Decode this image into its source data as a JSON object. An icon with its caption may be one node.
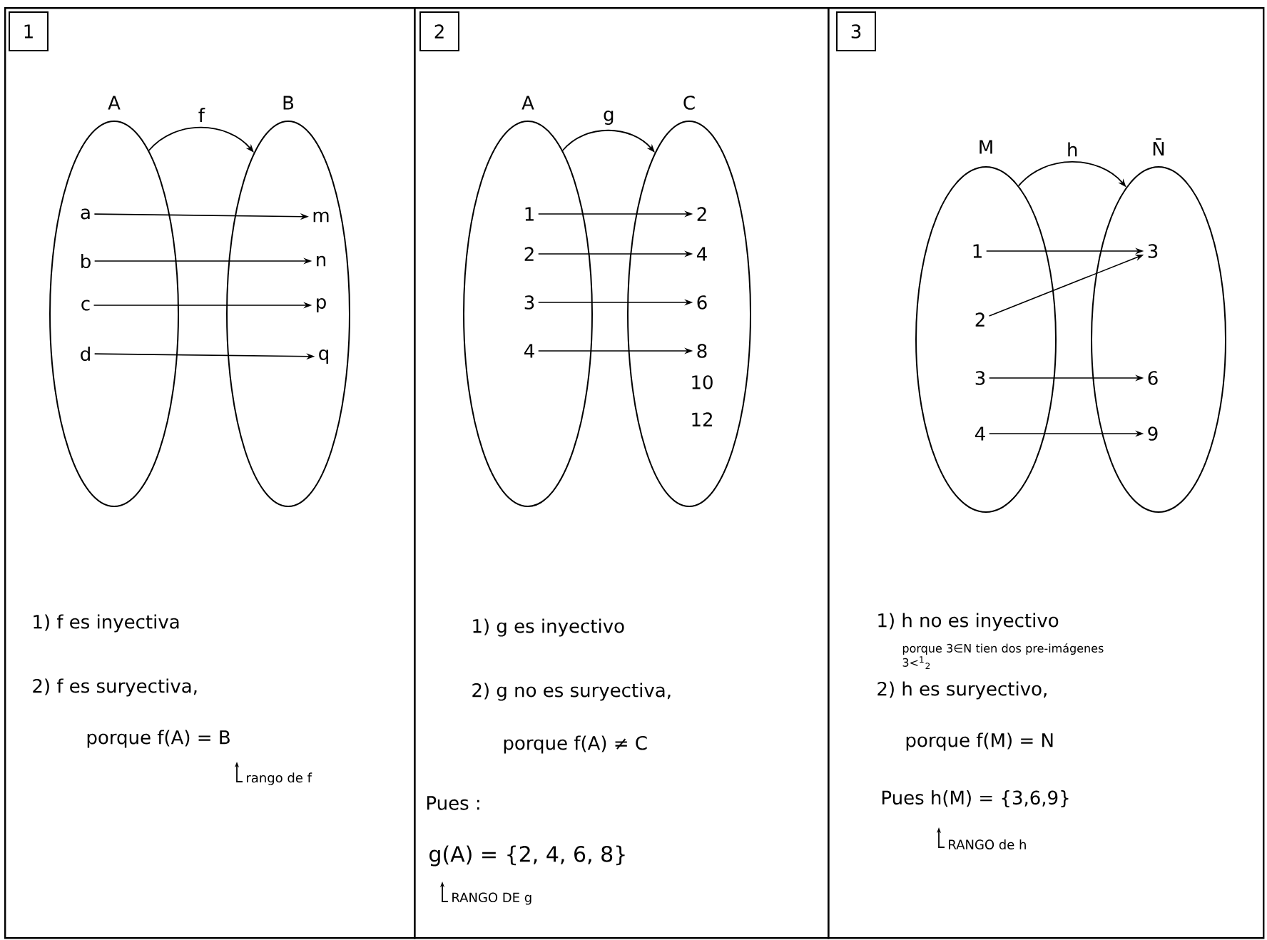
{
  "diagram": {
    "nodes": [
      {
        "text": [],
        "shape": "box"
      },
      {
        "text": [
          "1"
        ],
        "in": 0
      },
      {
        "text": [
          "A"
        ],
        "in": 0
      },
      {
        "text": [
          "B"
        ],
        "in": 0
      },
      {
        "text": [
          "a"
        ],
        "in": 2
      },
      {
        "text": [
          "b"
        ],
        "in": 2
      },
      {
        "text": [
          "c"
        ],
        "in": 2
      },
      {
        "text": [
          "d"
        ],
        "in": 2
      },
      {
        "text": [
          "m"
        ],
        "in": 3
      },
      {
        "text": [
          "n"
        ],
        "in": 3
      },
      {
        "text": [
          "p"
        ],
        "in": 3
      },
      {
        "text": [
          "q"
        ],
        "in": 3
      },
      {
        "text": [],
        "shape": "box"
      },
      {
        "text": [
          "2"
        ],
        "in": 12
      },
      {
        "text": [
          "A"
        ],
        "in": 12
      },
      {
        "text": [
          "C"
        ],
        "in": 12
      },
      {
        "text": [
          "1"
        ],
        "in": 14
      },
      {
        "text": [
          "2"
        ],
        "in": 14
      },
      {
        "text": [
          "3"
        ],
        "in": 14
      },
      {
        "text": [
          "4"
        ],
        "in": 14
      },
      {
        "text": [
          "2"
        ],
        "in": 15
      },
      {
        "text": [
          "4"
        ],
        "in": 15
      },
      {
        "text": [
          "6"
        ],
        "in": 15
      },
      {
        "text": [
          "8"
        ],
        "in": 15
      },
      {
        "text": [
          "10"
        ],
        "in": 15
      },
      {
        "text": [
          "12"
        ],
        "in": 15
      },
      {
        "text": [],
        "shape": "box"
      },
      {
        "text": [
          "3"
        ],
        "in": 26
      },
      {
        "text": [
          "M"
        ],
        "in": 26
      },
      {
        "text": [
          "N̄"
        ],
        "in": 26
      },
      {
        "text": [
          "1"
        ],
        "in": 28
      },
      {
        "text": [
          "2"
        ],
        "in": 28
      },
      {
        "text": [
          "3"
        ],
        "in": 28
      },
      {
        "text": [
          "4"
        ],
        "in": 28
      },
      {
        "text": [
          "3"
        ],
        "in": 29
      },
      {
        "text": [
          "6"
        ],
        "in": 29
      },
      {
        "text": [
          "9"
        ],
        "in": 29
      }
    ],
    "edges": [
      {
        "from": 2,
        "to": 3,
        "arrow": "to",
        "label": "f"
      },
      {
        "from": 4,
        "to": 8,
        "arrow": "to"
      },
      {
        "from": 5,
        "to": 9,
        "arrow": "to"
      },
      {
        "from": 6,
        "to": 10,
        "arrow": "to"
      },
      {
        "from": 7,
        "to": 11,
        "arrow": "to"
      },
      {
        "from": 14,
        "to": 15,
        "arrow": "to",
        "label": "g"
      },
      {
        "from": 16,
        "to": 20,
        "arrow": "to"
      },
      {
        "from": 17,
        "to": 21,
        "arrow": "to"
      },
      {
        "from": 18,
        "to": 22,
        "arrow": "to"
      },
      {
        "from": 19,
        "to": 23,
        "arrow": "to"
      },
      {
        "from": 28,
        "to": 29,
        "arrow": "to",
        "label": "h"
      },
      {
        "from": 30,
        "to": 34,
        "arrow": "to"
      },
      {
        "from": 31,
        "to": 34,
        "arrow": "to"
      },
      {
        "from": 32,
        "to": 35,
        "arrow": "to"
      },
      {
        "from": 33,
        "to": 36,
        "arrow": "to"
      }
    ],
    "labels": [
      "1) f es inyectiva",
      "2) f es suryectiva,",
      "porque f(A) = B",
      "rango de f",
      "1) g es inyectivo",
      "2) g no es suryectiva,",
      "porque f(A) ≠ C",
      "Pues :",
      "g(A) = {2, 4, 6, 8}",
      "RANGO DE g",
      "1) h no es inyectivo",
      "porque 3∈N tien dos pre-imágenes 3<$^{1}$$_{2}$",
      "2) h es suryectivo,",
      "porque f(M) = N",
      "Pues h(M) = {3,6,9}",
      "RANGO de h"
    ]
  }
}
